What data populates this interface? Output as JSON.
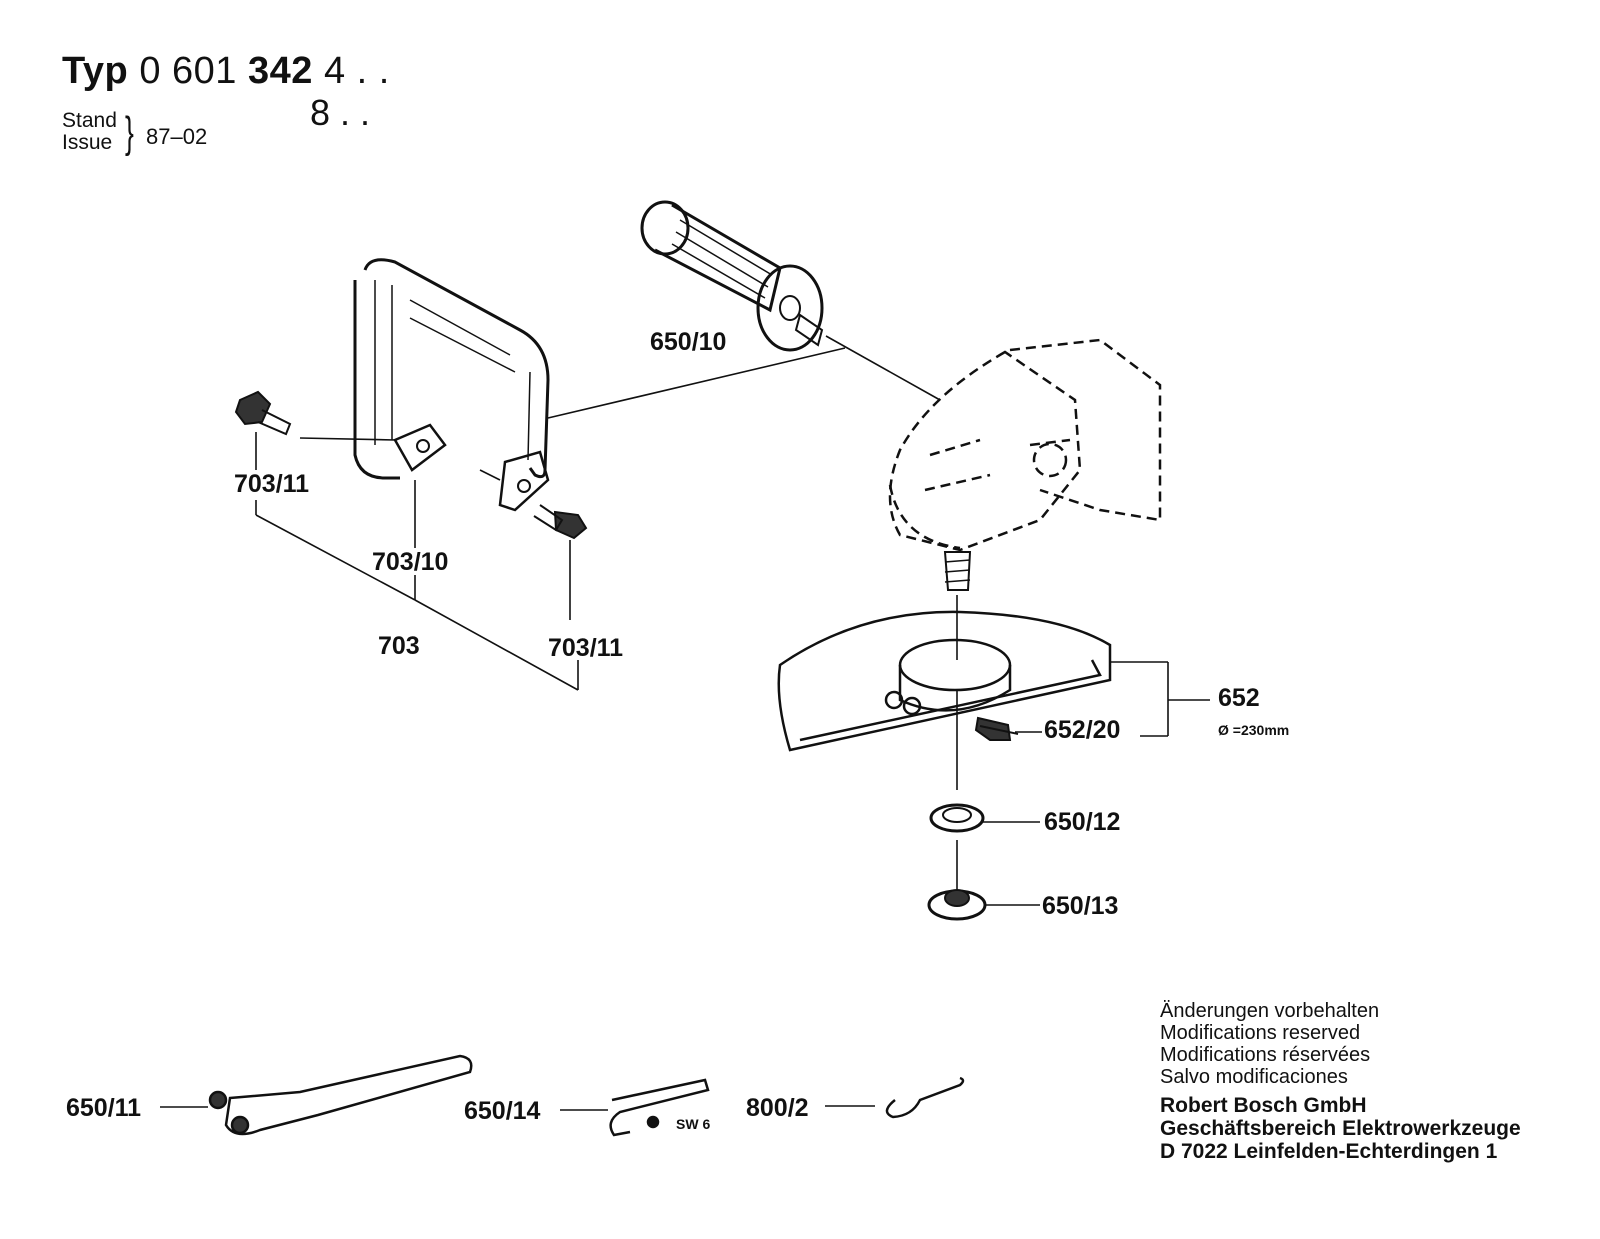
{
  "header": {
    "typ_label": "Typ",
    "typ_number_thin": "0 601",
    "typ_number_bold": "342",
    "variant_1": "4 . .",
    "variant_2": "8 . .",
    "stand_label": "Stand",
    "issue_label": "Issue",
    "issue_date": "87–02"
  },
  "parts": {
    "p650_10": "650/10",
    "p703_11_left": "703/11",
    "p703_10": "703/10",
    "p703": "703",
    "p703_11_right": "703/11",
    "p652": "652",
    "p652_dim": "Ø =230mm",
    "p652_20": "652/20",
    "p650_12": "650/12",
    "p650_13": "650/13",
    "p650_11": "650/11",
    "p650_14": "650/14",
    "p650_14_sw": "SW 6",
    "p800_2": "800/2"
  },
  "notice": {
    "line1": "Änderungen vorbehalten",
    "line2": "Modifications reserved",
    "line3": "Modifications réservées",
    "line4": "Salvo modificaciones"
  },
  "company": {
    "name": "Robert Bosch GmbH",
    "division": "Geschäftsbereich Elektrowerkzeuge",
    "address": "D 7022 Leinfelden-Echterdingen 1"
  }
}
